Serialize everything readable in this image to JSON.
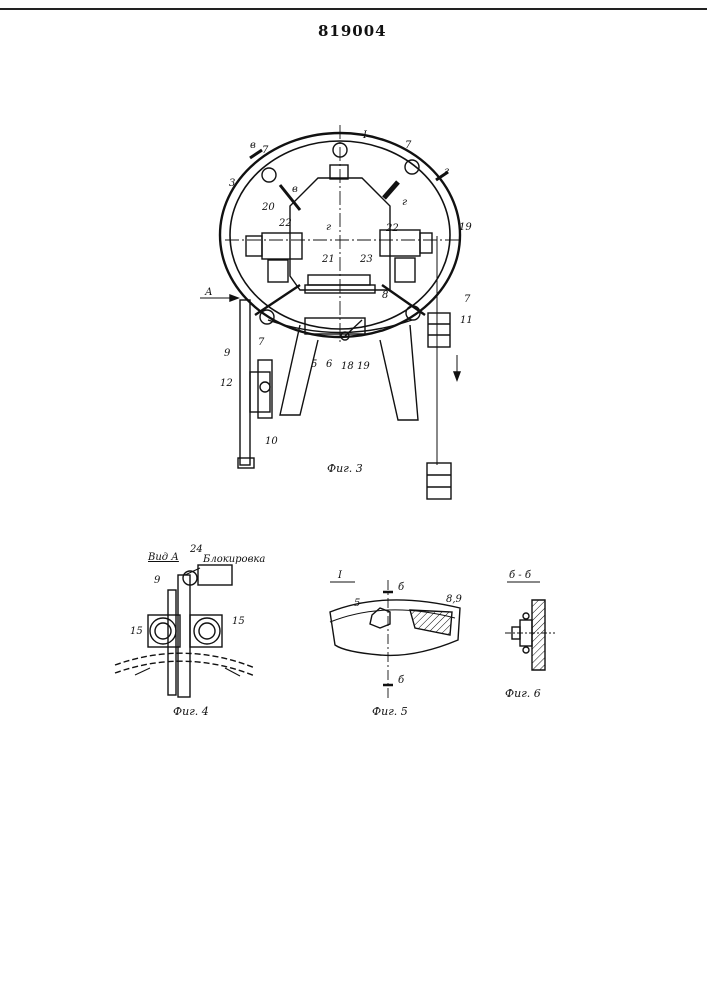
{
  "patent_number": "819004",
  "fig3": {
    "caption": "Фиг. 3",
    "arrow_a": "А",
    "labels": [
      "I",
      "7",
      "7",
      "в",
      "в",
      "г",
      "г",
      "3",
      "20",
      "22",
      "22",
      "19",
      "21",
      "23",
      "8",
      "7",
      "7",
      "11",
      "9",
      "12",
      "10",
      "5",
      "6",
      "18",
      "19",
      "г"
    ]
  },
  "fig4": {
    "title": "Вид А",
    "block_label": "Блокировка",
    "caption": "Фиг. 4",
    "labels": [
      "24",
      "9",
      "15",
      "15"
    ]
  },
  "fig5": {
    "title": "I",
    "caption": "Фиг. 5",
    "labels": [
      "5",
      "8,9",
      "б",
      "б"
    ]
  },
  "fig6": {
    "title": "б - б",
    "caption": "Фиг. 6"
  }
}
